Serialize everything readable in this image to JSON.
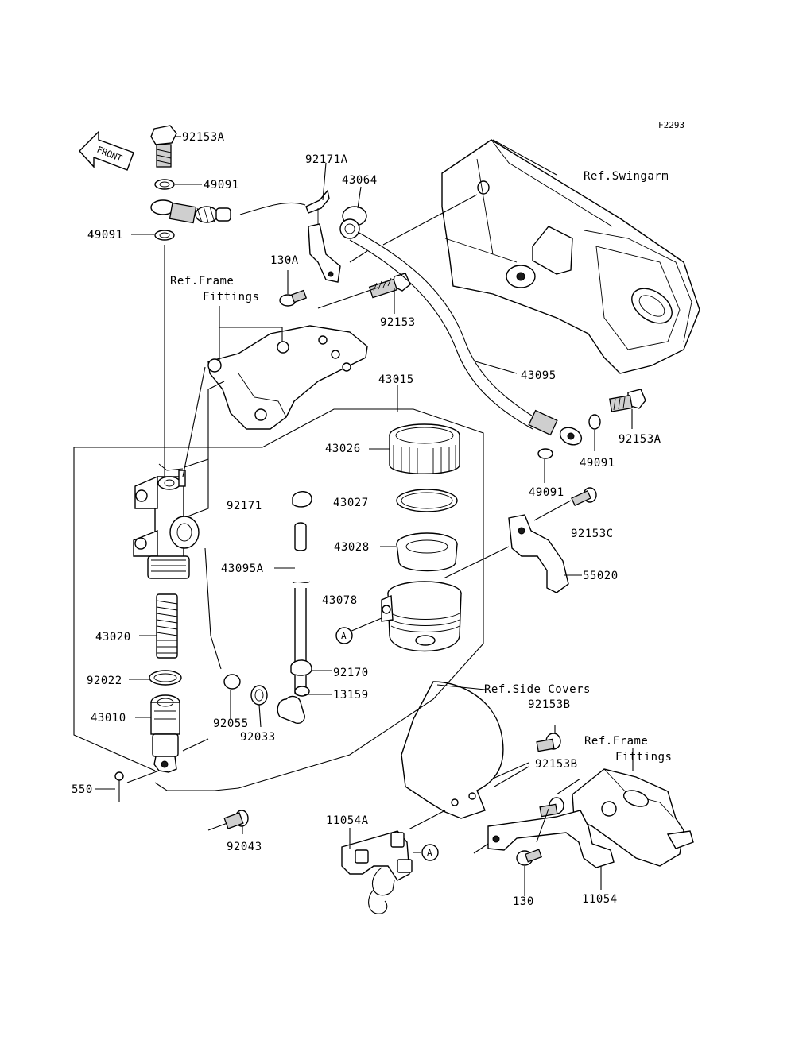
{
  "figure_code": "F2293",
  "front_label": "FRONT",
  "circle_marker": "A",
  "refs": {
    "swingarm": "Ref.Swingarm",
    "frame_fittings_top_l1": "Ref.Frame",
    "frame_fittings_top_l2": "Fittings",
    "side_covers": "Ref.Side Covers",
    "frame_fittings_bottom_l1": "Ref.Frame",
    "frame_fittings_bottom_l2": "Fittings"
  },
  "parts": {
    "p92153A_top": "92153A",
    "p49091_a": "49091",
    "p49091_b": "49091",
    "p92171A": "92171A",
    "p43064": "43064",
    "p130A": "130A",
    "p92153": "92153",
    "p43095": "43095",
    "p43015": "43015",
    "p92153A_right": "92153A",
    "p49091_c": "49091",
    "p49091_d": "49091",
    "p43026": "43026",
    "p92171": "92171",
    "p43027": "43027",
    "p92153C": "92153C",
    "p43028": "43028",
    "p43095A": "43095A",
    "p55020": "55020",
    "p43078": "43078",
    "p43020": "43020",
    "p92170": "92170",
    "p92022": "92022",
    "p13159": "13159",
    "p43010": "43010",
    "p92055": "92055",
    "p92033": "92033",
    "p92153B_a": "92153B",
    "p92153B_b": "92153B",
    "p550": "550",
    "p11054A": "11054A",
    "p92043": "92043",
    "p130": "130",
    "p11054": "11054"
  }
}
